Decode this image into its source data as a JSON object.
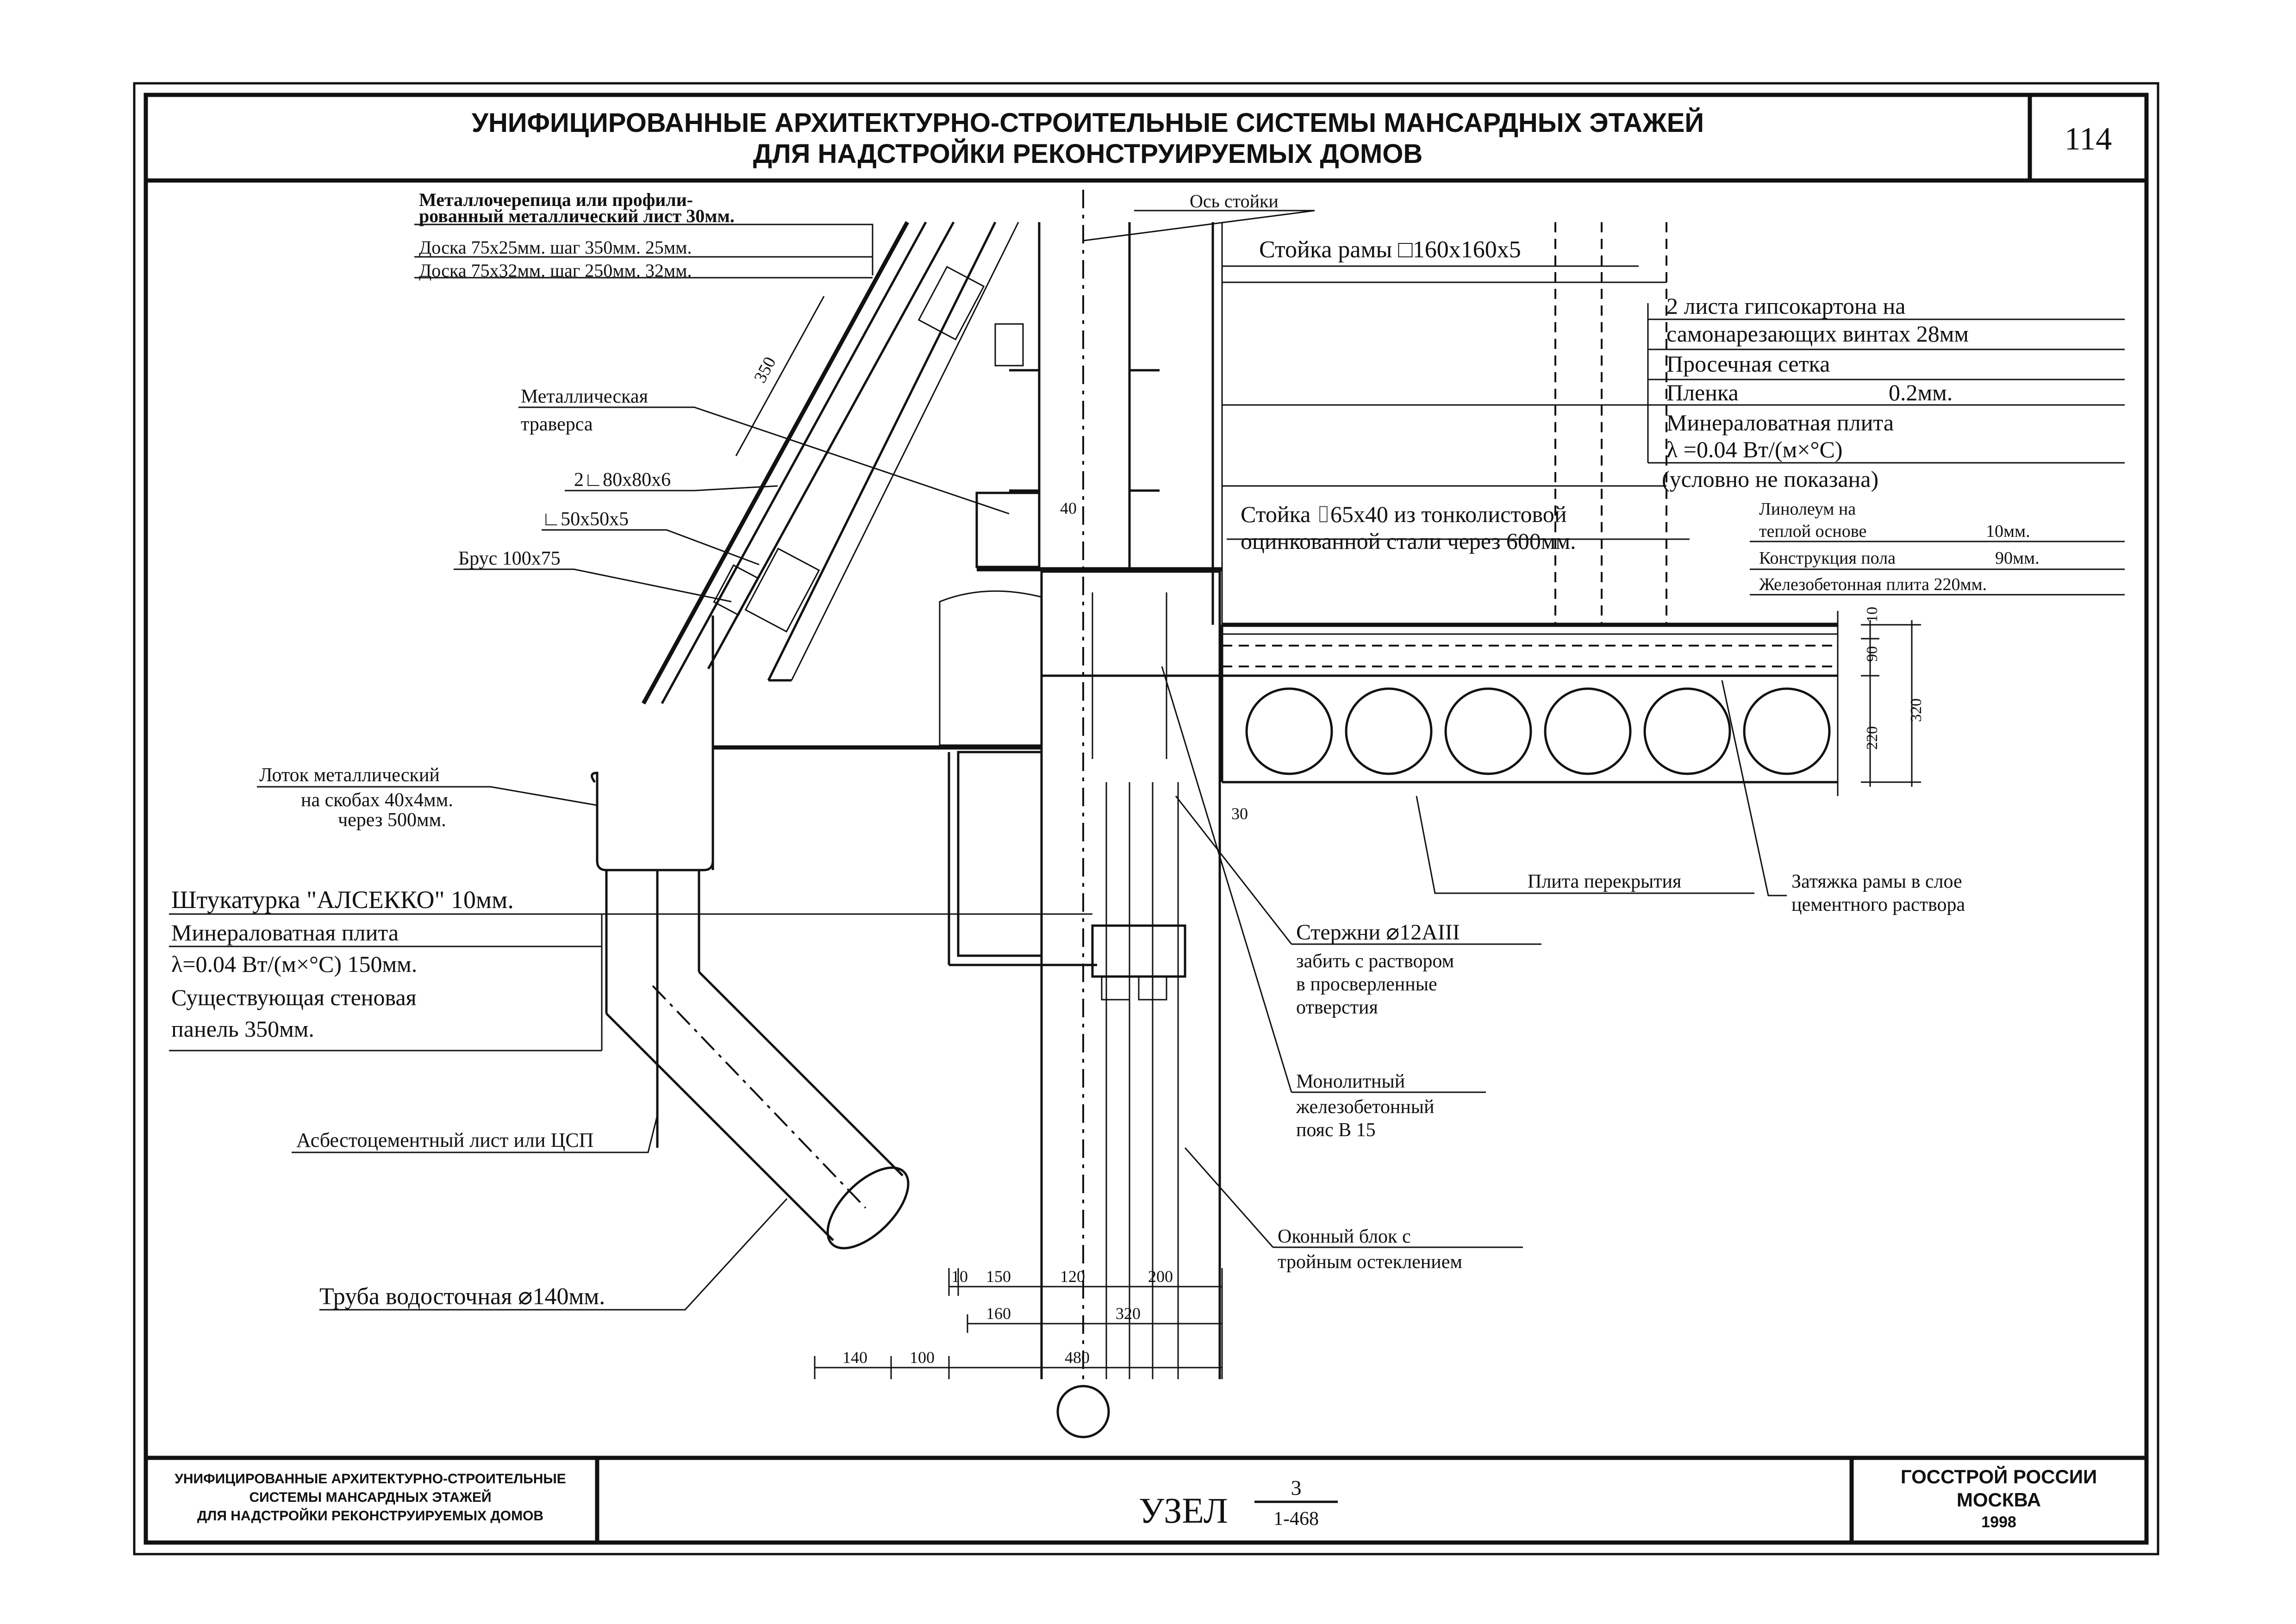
{
  "sheet": {
    "title_line1": "УНИФИЦИРОВАННЫЕ АРХИТЕКТУРНО-СТРОИТЕЛЬНЫЕ СИСТЕМЫ МАНСАРДНЫХ ЭТАЖЕЙ",
    "title_line2": "ДЛЯ НАДСТРОЙКИ РЕКОНСТРУИРУЕМЫХ ДОМОВ",
    "page_number": "114"
  },
  "callouts": {
    "roof_1a": "Металлочерепица или профили-",
    "roof_1b": "рованный металлический лист   30мм.",
    "roof_2": "Доска 75х25мм. шаг 350мм.     25мм.",
    "roof_3": "Доска 75х32мм. шаг 250мм.     32мм.",
    "axis": "Ось стойки",
    "frame_post": "Стойка рамы □160х160х5",
    "gypsum_1": "2 листа гипсокартона на",
    "gypsum_2": "самонарезающих винтах  28мм",
    "mesh": "Просечная сетка",
    "film": "Пленка",
    "film_thk": "0.2мм.",
    "wool_1": "Минераловатная плита",
    "wool_2": "λ =0.04 Вт/(м×°С)",
    "wool_3": "(условно не показана)",
    "traverse_1": "Металлическая",
    "traverse_2": "траверса",
    "angle_pair": "2∟80х80х6",
    "angle_single": "∟50х50х5",
    "beam": "Брус 100х75",
    "stud_1": "Стойка ⌷65х40 из тонколистовой",
    "stud_2": "оцинкованной стали через 600мм.",
    "lino_1": "Линолеум на",
    "lino_2": "теплой основе",
    "lino_thk": "10мм.",
    "floor_constr": "Конструкция пола",
    "floor_thk": "90мм.",
    "slab_rc": "Железобетонная плита  220мм.",
    "gutter_1": "Лоток металлический",
    "gutter_2": "на скобах 40х4мм.",
    "gutter_3": "через 500мм.",
    "plaster": "Штукатурка \"АЛСЕККО\"  10мм.",
    "ext_wool_1": "Минераловатная плита",
    "ext_wool_2": "λ=0.04 Вт/(м×°С)       150мм.",
    "panel_1": "Существующая стеновая",
    "panel_2": "панель              350мм.",
    "asbestos": "Асбестоцементный лист или ЦСП",
    "downpipe": "Труба водосточная ⌀140мм.",
    "slab_floor": "Плита перекрытия",
    "tie_1": "Затяжка рамы в слое",
    "tie_2": "цементного раствора",
    "rods_1": "Стержни ⌀12АIII",
    "rods_2": "забить с раствором",
    "rods_3": "в просверленные",
    "rods_4": "отверстия",
    "belt_1": "Монолитный",
    "belt_2": "железобетонный",
    "belt_3": "пояс В 15",
    "window_1": "Оконный блок с",
    "window_2": "тройным остеклением"
  },
  "dimensions": {
    "d350": "350",
    "d40": "40",
    "d30": "30",
    "d10v": "10",
    "d90v": "90",
    "d220v": "220",
    "d320v": "320",
    "row1": [
      "10",
      "150",
      "120",
      "200"
    ],
    "row2": [
      "160",
      "320"
    ],
    "row3": [
      "140",
      "100",
      "480"
    ]
  },
  "title_block": {
    "left_1": "УНИФИЦИРОВАННЫЕ АРХИТЕКТУРНО-СТРОИТЕЛЬНЫЕ",
    "left_2": "СИСТЕМЫ МАНСАРДНЫХ ЭТАЖЕЙ",
    "left_3": "ДЛЯ НАДСТРОЙКИ РЕКОНСТРУИРУЕМЫХ ДОМОВ",
    "node_label": "УЗЕЛ",
    "node_num": "3",
    "node_ref": "1-468",
    "org_1": "ГОССТРОЙ РОССИИ",
    "org_2": "МОСКВА",
    "year": "1998"
  }
}
